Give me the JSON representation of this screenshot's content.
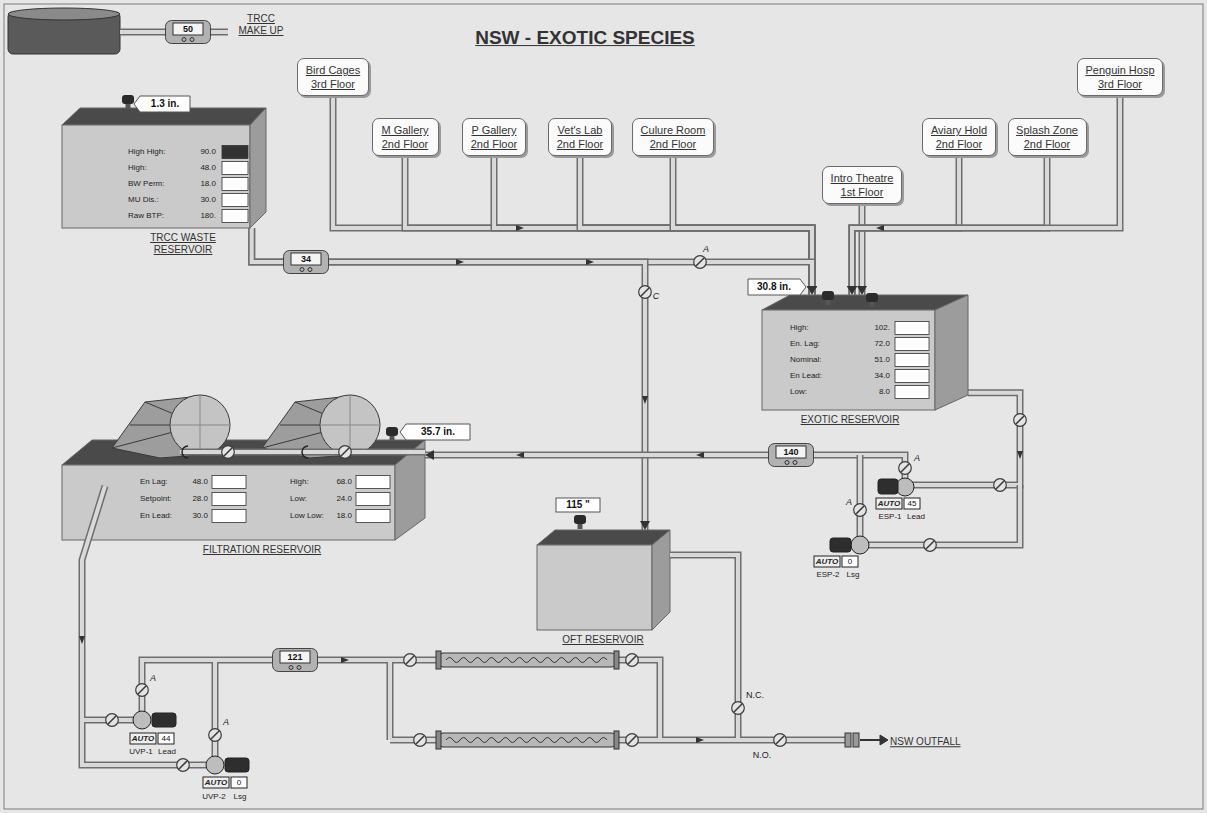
{
  "diagram": {
    "title": "NSW - EXOTIC SPECIES",
    "nodes": [
      {
        "text": [
          "Bird Cages 3rd Floor"
        ]
      },
      {
        "text": [
          "M Gallery 2nd Floor"
        ]
      },
      {
        "text": [
          "P Gallery 2nd Floor"
        ]
      },
      {
        "text": [
          "Vet's Lab 2nd Floor"
        ]
      },
      {
        "text": [
          "Culure Room 2nd Floor"
        ]
      },
      {
        "text": [
          "Intro Theatre 1st Floor"
        ]
      },
      {
        "text": [
          "Aviary Hold 2nd Floor"
        ]
      },
      {
        "text": [
          "Splash Zone 2nd Floor"
        ]
      },
      {
        "text": [
          "Penguin Hosp 3rd Floor"
        ]
      },
      {
        "text": [
          "TRCC WASTE RESERVOIR"
        ]
      },
      {
        "text": [
          "EXOTIC RESERVOIR"
        ]
      },
      {
        "text": [
          "FILTRATION RESERVOIR"
        ]
      },
      {
        "text": [
          "OFT RESERVOIR"
        ]
      }
    ],
    "edges": [
      {
        "from": 0,
        "to": 10,
        "arrow": "to"
      },
      {
        "from": 1,
        "to": 10,
        "arrow": "to"
      },
      {
        "from": 2,
        "to": 10,
        "arrow": "to"
      },
      {
        "from": 3,
        "to": 10,
        "arrow": "to"
      },
      {
        "from": 4,
        "to": 10,
        "arrow": "to"
      },
      {
        "from": 5,
        "to": 10,
        "arrow": "to"
      },
      {
        "from": 6,
        "to": 10,
        "arrow": "to"
      },
      {
        "from": 7,
        "to": 10,
        "arrow": "to"
      },
      {
        "from": 8,
        "to": 10,
        "arrow": "to"
      },
      {
        "from": 9,
        "to": 10,
        "arrow": "to"
      },
      {
        "from": 9,
        "to": 12,
        "arrow": "to"
      },
      {
        "from": 10,
        "to": 11,
        "arrow": "to"
      }
    ],
    "labels": [
      "50",
      "TRCC MAKE UP",
      "1.3 in.",
      "High High:",
      "90.0",
      "High:",
      "48.0",
      "BW Perm:",
      "18.0",
      "MU Dis.:",
      "30.0",
      "Raw BTP:",
      "180.",
      "34",
      "A",
      "C",
      "30.8 in.",
      "High:",
      "102.",
      "En. Lag:",
      "72.0",
      "Nominal:",
      "51.0",
      "En Lead:",
      "34.0",
      "Low:",
      "8.0",
      "35.7 in.",
      "En Lag:",
      "48.0",
      "Setpoint:",
      "28.0",
      "En Lead:",
      "30.0",
      "High:",
      "68.0",
      "Low:",
      "24.0",
      "Low Low:",
      "18.0",
      "140",
      "115 \"",
      "A",
      "A",
      "AUTO",
      "45",
      "ESP-1",
      "Lead",
      "AUTO",
      "0",
      "ESP-2",
      "Lsg",
      "121",
      "A",
      "A",
      "AUTO",
      "44",
      "UVP-1",
      "Lead",
      "AUTO",
      "0",
      "UVP-2",
      "Lsg",
      "N.C.",
      "N.O.",
      "NSW OUTFALL"
    ]
  }
}
